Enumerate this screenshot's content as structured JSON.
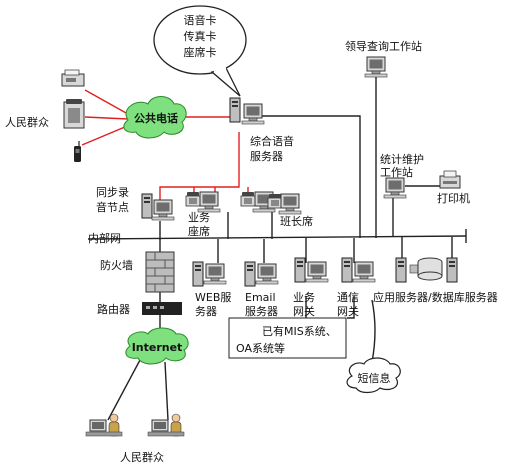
{
  "labels": {
    "voice_cards": [
      "语音卡",
      "传真卡",
      "座席卡"
    ],
    "pstn": "公共电话",
    "public_left": "人民群众",
    "public_bottom": "人民群众",
    "voice_server": [
      "综合语音",
      "服务器"
    ],
    "leader_ws": "领导查询工作站",
    "stats_ws": [
      "统计维护",
      "工作站"
    ],
    "printer": "打印机",
    "sync_rec": [
      "同步录",
      "音节点"
    ],
    "agent_seat": [
      "业务",
      "座席"
    ],
    "monitor_seat": "班长席",
    "intranet": "内部网",
    "firewall": "防火墙",
    "router": "路由器",
    "internet": "Internet",
    "web_server": [
      "WEB服",
      "务器"
    ],
    "email_server": [
      "Email",
      "服务器"
    ],
    "biz_gw": [
      "业务",
      "网关"
    ],
    "comm_gw": [
      "通信",
      "网关"
    ],
    "app_db_server": "应用服务器/数据库服务器",
    "existing_sys": [
      "已有MIS系统、",
      "OA系统等"
    ],
    "sms": "短信息"
  },
  "colors": {
    "phone_line": "#e02020",
    "cloud_fill": "#7ee07e",
    "wire": "#222222"
  }
}
